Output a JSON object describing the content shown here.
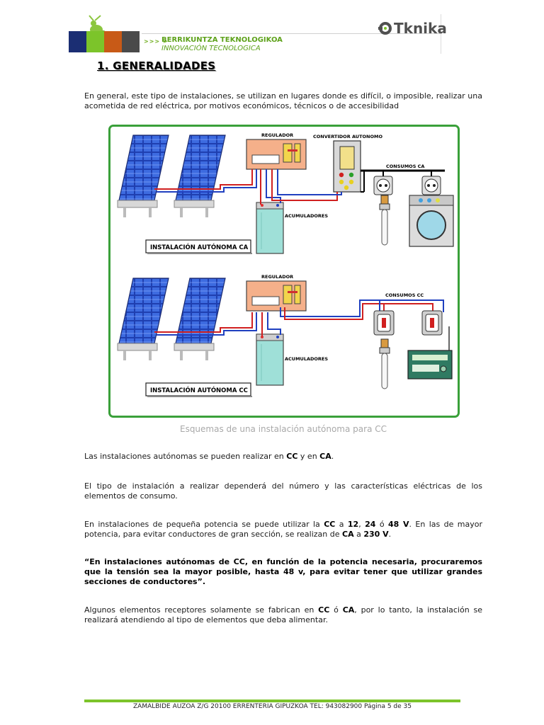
{
  "header": {
    "arrows": ">>> >",
    "title_eu": "BERRIKUNTZA TEKNOLOGIKOA",
    "title_es": "INNOVACIÓN TECNOLOGICA",
    "brand": "Tknika",
    "brand_color": "#505050",
    "accent_green": "#7cc42a",
    "logo_block_colors": [
      "#1b2e73",
      "#7cc42a",
      "#c85a17",
      "#4a4a4a"
    ]
  },
  "heading": "1. GENERALIDADES",
  "intro": "En general, este tipo de instalaciones, se utilizan en lugares donde es difícil, o imposible, realizar una acometida de red eléctrica, por motivos económicos, técnicos o de accesibilidad",
  "diagram": {
    "top": {
      "regulador": "REGULADOR",
      "convertidor": "CONVERTIDOR AUTONOMO",
      "consumos": "CONSUMOS CA",
      "acumuladores": "ACUMULADORES",
      "label": "INSTALACIÓN AUTÓNOMA CA"
    },
    "bottom": {
      "regulador": "REGULADOR",
      "consumos": "CONSUMOS CC",
      "acumuladores": "ACUMULADORES",
      "label": "INSTALACIÓN AUTÓNOMA CC"
    }
  },
  "caption": "Esquemas de una instalación autónoma para CC",
  "p1": {
    "a": "Las instalaciones autónomas se pueden realizar en ",
    "b": "CC",
    "c": " y en ",
    "d": "CA",
    "e": "."
  },
  "p2": "El tipo de instalación a realizar dependerá del número y las características eléctricas de los elementos de consumo.",
  "p3": {
    "a": "En instalaciones de pequeña potencia se puede utilizar la ",
    "b": "CC",
    "c": " a ",
    "d": "12",
    "e": ", ",
    "f": "24",
    "g": " ó ",
    "h": "48 V",
    "i": ". En las de mayor potencia, para evitar conductores de gran sección, se realizan de ",
    "j": "CA",
    "k": " a ",
    "l": "230 V",
    "m": "."
  },
  "quote": "“En instalaciones autónomas de CC, en función de la potencia necesaria, procuraremos que la tensión sea la mayor posible, hasta 48 v, para evitar tener que utilizar grandes secciones de conductores”.",
  "p4": {
    "a": "Algunos elementos receptores solamente se fabrican en ",
    "b": "CC",
    "c": " ó ",
    "d": "CA",
    "e": ", por lo tanto, la instalación se realizará atendiendo al tipo de elementos que deba  alimentar."
  },
  "footer": "ZAMALBIDE AUZOA Z/G 20100 ERRENTERIA GIPUZKOA TEL: 943082900   Página 5 de 35"
}
